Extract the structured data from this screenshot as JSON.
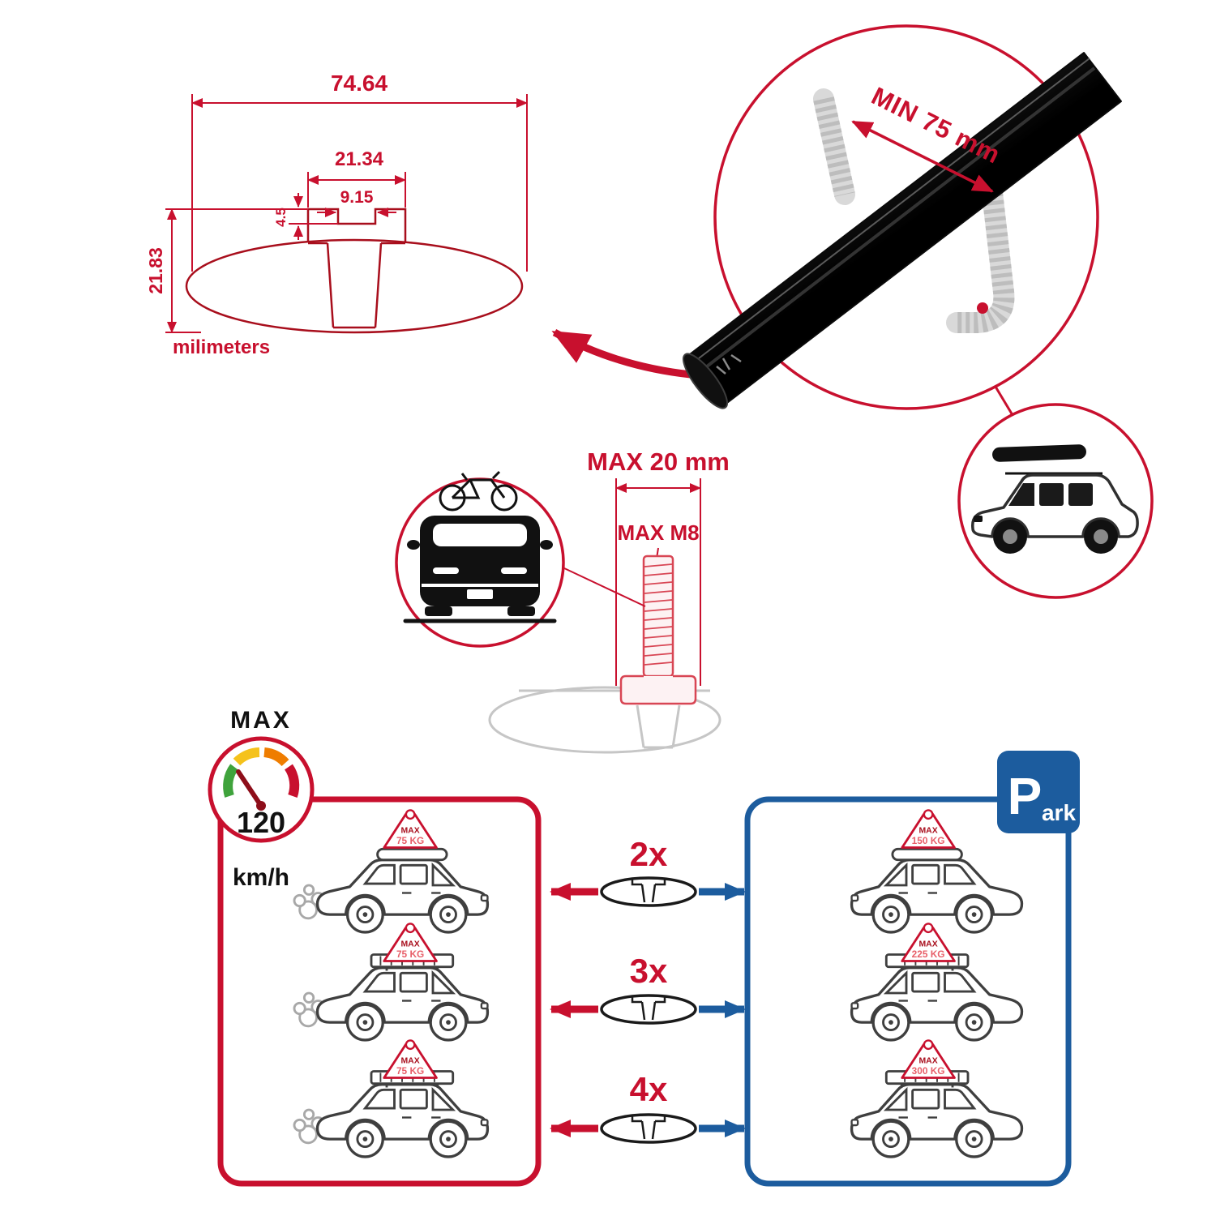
{
  "colors": {
    "red": "#C8102E",
    "dark_red": "#A80E1C",
    "pink_red": "#E8606A",
    "blue": "#1C5C9E",
    "black": "#111111",
    "grey": "#C6C6C6"
  },
  "dim_diagram": {
    "width_outer": "74.64",
    "width_slot": "21.34",
    "width_opening": "9.15",
    "depth_step": "4.5",
    "height": "21.83",
    "unit_label": "milimeters"
  },
  "bar_view": {
    "min_span": "MIN 75 mm"
  },
  "bolt_view": {
    "max_width": "MAX 20 mm",
    "max_thread": "MAX M8"
  },
  "speed_gauge": {
    "title": "MAX",
    "value": "120",
    "unit": "km/h"
  },
  "left_panel": {
    "loads": [
      {
        "label": "MAX",
        "value": "75 KG"
      },
      {
        "label": "MAX",
        "value": "75 KG"
      },
      {
        "label": "MAX",
        "value": "75 KG"
      }
    ]
  },
  "crossbar_counts": {
    "items": [
      "2x",
      "3x",
      "4x"
    ]
  },
  "right_panel": {
    "park_initial": "P",
    "park_rest": "ark",
    "loads": [
      {
        "label": "MAX",
        "value": "150 KG"
      },
      {
        "label": "MAX",
        "value": "225 KG"
      },
      {
        "label": "MAX",
        "value": "300 KG"
      }
    ]
  }
}
